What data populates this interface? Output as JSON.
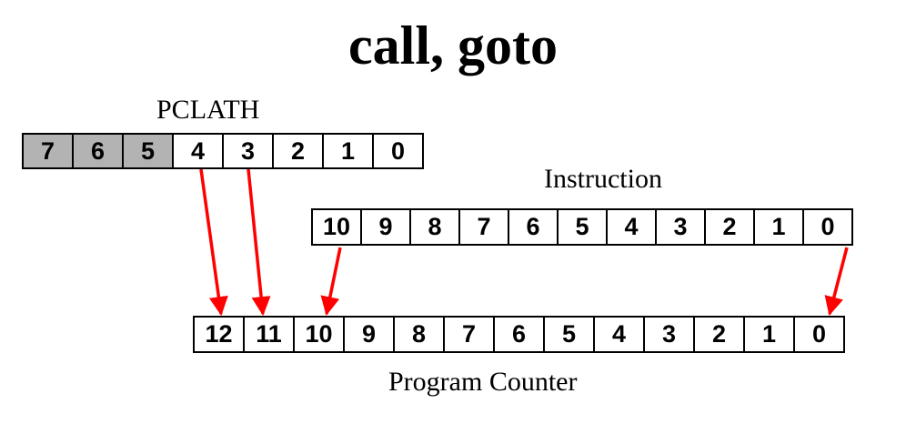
{
  "title": "call, goto",
  "pclath": {
    "label": "PCLATH",
    "bits": [
      "7",
      "6",
      "5",
      "4",
      "3",
      "2",
      "1",
      "0"
    ],
    "shaded": [
      true,
      true,
      true,
      false,
      false,
      false,
      false,
      false
    ]
  },
  "instruction": {
    "label": "Instruction",
    "bits": [
      "10",
      "9",
      "8",
      "7",
      "6",
      "5",
      "4",
      "3",
      "2",
      "1",
      "0"
    ]
  },
  "program_counter": {
    "label": "Program Counter",
    "bits": [
      "12",
      "11",
      "10",
      "9",
      "8",
      "7",
      "6",
      "5",
      "4",
      "3",
      "2",
      "1",
      "0"
    ]
  },
  "arrow_color": "#ff0000",
  "mappings": [
    {
      "from": "pclath",
      "from_bit": "4",
      "to_bit": "12"
    },
    {
      "from": "pclath",
      "from_bit": "3",
      "to_bit": "11"
    },
    {
      "from": "instruction",
      "from_bit": "10",
      "to_bit": "10"
    },
    {
      "from": "instruction",
      "from_bit": "0",
      "to_bit": "0"
    }
  ]
}
